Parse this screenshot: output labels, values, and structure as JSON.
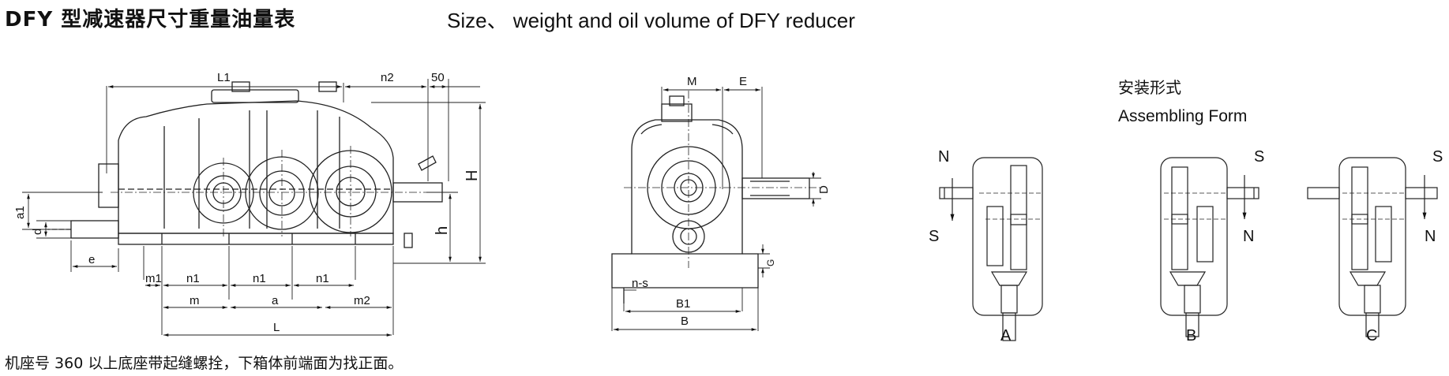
{
  "header": {
    "title_cn": "DFY 型减速器尺寸重量油量表",
    "title_en": "Size、 weight and oil volume of DFY reducer"
  },
  "front_view": {
    "labels": {
      "L1": "L1",
      "n2": "n2",
      "fifty": "50",
      "H": "H",
      "h": "h",
      "a1": "a1",
      "d": "d",
      "e": "e",
      "m1": "m1",
      "n1": "n1",
      "m": "m",
      "a": "a",
      "m2": "m2",
      "L": "L"
    }
  },
  "side_view": {
    "labels": {
      "M": "M",
      "E": "E",
      "D": "D",
      "G": "G",
      "ns": "n-s",
      "B1": "B1",
      "B": "B"
    }
  },
  "assembling": {
    "title_cn": "安装形式",
    "title_en": "Assembling Form",
    "forms": [
      {
        "name": "A",
        "top_label": "N",
        "bottom_label": "S"
      },
      {
        "name": "B",
        "top_label": "S",
        "bottom_label": "N"
      },
      {
        "name": "C",
        "top_label": "S",
        "bottom_label": "N"
      }
    ]
  },
  "footer": {
    "note": "机座号 360 以上底座带起缝螺拴，下箱体前端面为找正面。"
  }
}
